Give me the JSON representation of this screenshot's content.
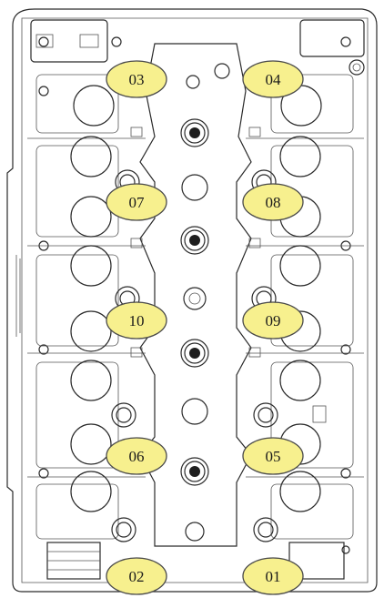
{
  "diagram": {
    "colors": {
      "label_fill": "#f7f08e",
      "label_stroke": "#4a4a4a",
      "outline": "#2a2a2a",
      "background": "#ffffff"
    },
    "labels": [
      {
        "id": "03",
        "text": "03"
      },
      {
        "id": "04",
        "text": "04"
      },
      {
        "id": "07",
        "text": "07"
      },
      {
        "id": "08",
        "text": "08"
      },
      {
        "id": "10",
        "text": "10"
      },
      {
        "id": "09",
        "text": "09"
      },
      {
        "id": "06",
        "text": "06"
      },
      {
        "id": "05",
        "text": "05"
      },
      {
        "id": "02",
        "text": "02"
      },
      {
        "id": "01",
        "text": "01"
      }
    ]
  }
}
